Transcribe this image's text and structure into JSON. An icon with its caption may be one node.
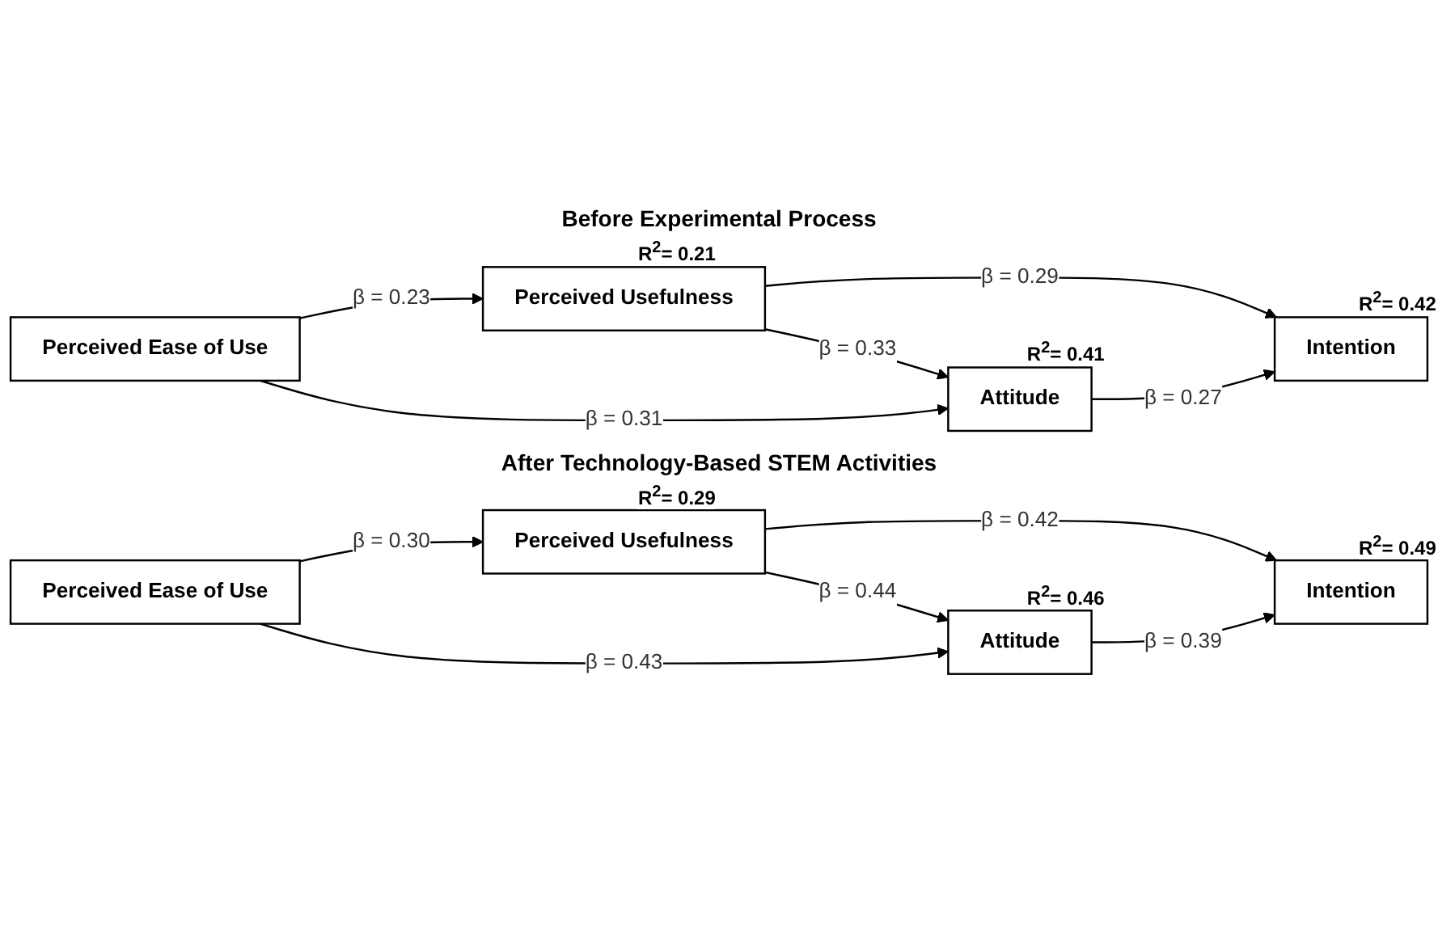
{
  "diagram": {
    "nodes": [
      {
        "text": [
          "Perceived Usefulness"
        ],
        "beside": [
          "R$^{2}$= 0.21"
        ]
      },
      {
        "text": [
          "Perceived Ease of Use"
        ]
      },
      {
        "text": [
          "Attitude"
        ],
        "beside": [
          "R$^{2}$= 0.41"
        ]
      },
      {
        "text": [
          "Intention"
        ],
        "beside": [
          "R$^{2}$= 0.42"
        ]
      },
      {
        "text": [
          "Perceived Usefulness"
        ],
        "beside": [
          "R$^{2}$= 0.29"
        ]
      },
      {
        "text": [
          "Perceived Ease of Use"
        ]
      },
      {
        "text": [
          "Attitude"
        ],
        "beside": [
          "R$^{2}$= 0.46"
        ]
      },
      {
        "text": [
          "Intention"
        ],
        "beside": [
          "R$^{2}$= 0.49"
        ]
      }
    ],
    "edges": [
      {
        "from": 1,
        "to": 0,
        "arrow": "to",
        "label": "β = 0.23"
      },
      {
        "from": 0,
        "to": 2,
        "arrow": "to",
        "label": "β = 0.33"
      },
      {
        "from": 0,
        "to": 3,
        "arrow": "to",
        "label": "β = 0.29"
      },
      {
        "from": 1,
        "to": 2,
        "arrow": "to",
        "label": "β = 0.31"
      },
      {
        "from": 2,
        "to": 3,
        "arrow": "to",
        "label": "β = 0.27"
      },
      {
        "from": 5,
        "to": 4,
        "arrow": "to",
        "label": "β = 0.30"
      },
      {
        "from": 4,
        "to": 6,
        "arrow": "to",
        "label": "β = 0.44"
      },
      {
        "from": 4,
        "to": 7,
        "arrow": "to",
        "label": "β = 0.42"
      },
      {
        "from": 5,
        "to": 6,
        "arrow": "to",
        "label": "β = 0.43"
      },
      {
        "from": 6,
        "to": 7,
        "arrow": "to",
        "label": "β = 0.39"
      }
    ],
    "labels": [
      "Before Experimental Process",
      "After Technology-Based STEM Activities"
    ]
  }
}
